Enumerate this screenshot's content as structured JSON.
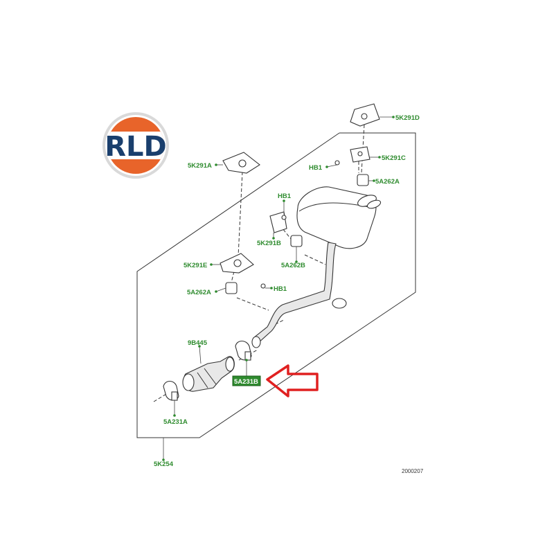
{
  "logo": {
    "text": "RLD",
    "colors": {
      "orange": "#e8642a",
      "navy": "#1a3f6d",
      "ring": "#d9d9d9"
    }
  },
  "labels": {
    "p5K291D": "5K291D",
    "p5K291C": "5K291C",
    "pHB1_top": "HB1",
    "p5A262A_right": "5A262A",
    "p5K291A": "5K291A",
    "pHB1_mid": "HB1",
    "p5K291B": "5K291B",
    "p5A262B": "5A262B",
    "p5K291E": "5K291E",
    "pHB1_low": "HB1",
    "p5A262A_left": "5A262A",
    "p9B445": "9B445",
    "p5A231B": "5A231B",
    "p5A231A": "5A231A",
    "p5K254": "5K254"
  },
  "highlight": {
    "label_key": "p5A231B",
    "fill": "#2e8b2e",
    "arrow_color": "#e02020"
  },
  "reference_number": "2000207",
  "colors": {
    "label": "#2e8b2e",
    "line": "#333333"
  }
}
